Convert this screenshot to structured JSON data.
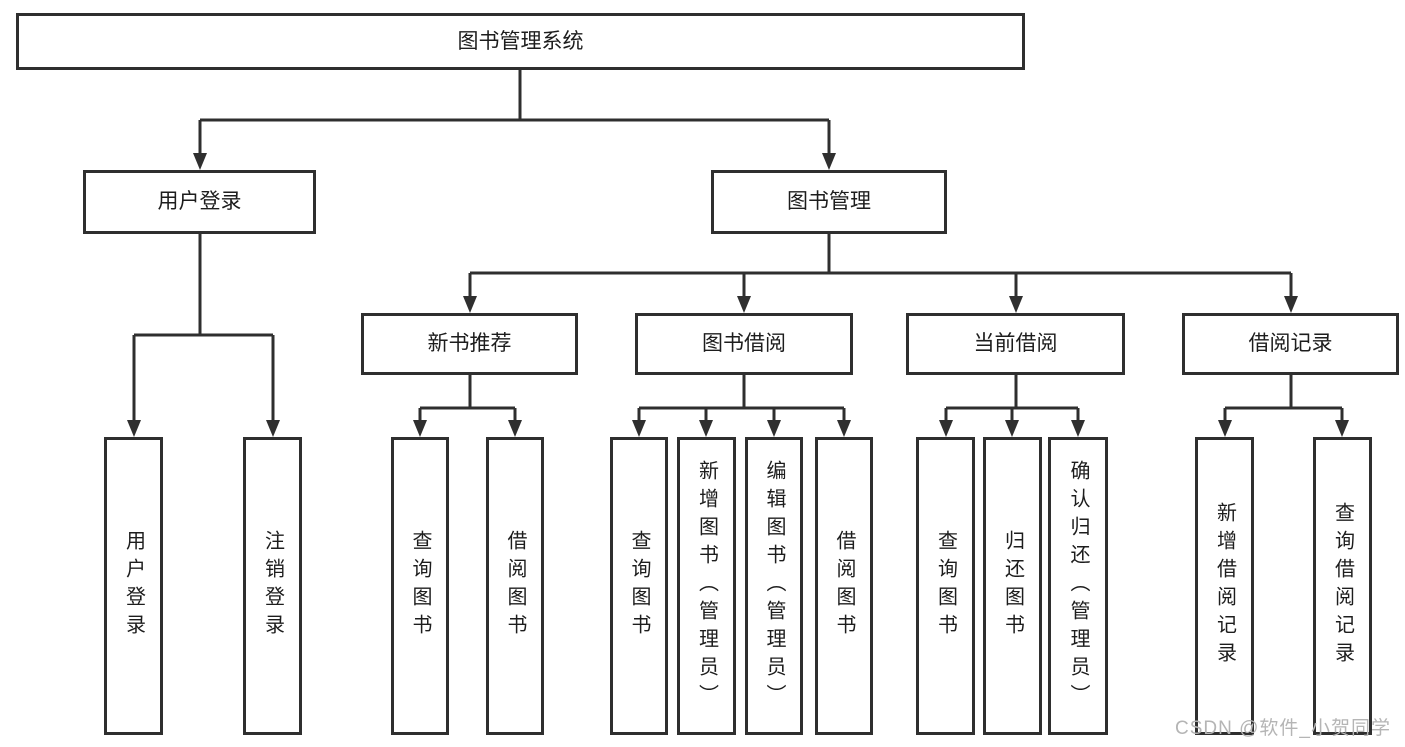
{
  "root": {
    "label": "图书管理系统"
  },
  "branches": [
    {
      "label": "用户登录",
      "children": [
        {
          "label": "用户登录"
        },
        {
          "label": "注销登录"
        }
      ]
    },
    {
      "label": "图书管理",
      "sections": [
        {
          "label": "新书推荐",
          "children": [
            {
              "label": "查询图书"
            },
            {
              "label": "借阅图书"
            }
          ]
        },
        {
          "label": "图书借阅",
          "children": [
            {
              "label": "查询图书"
            },
            {
              "label": "新增图书（管理员）"
            },
            {
              "label": "编辑图书（管理员）"
            },
            {
              "label": "借阅图书"
            }
          ]
        },
        {
          "label": "当前借阅",
          "children": [
            {
              "label": "查询图书"
            },
            {
              "label": "归还图书"
            },
            {
              "label": "确认归还（管理员）"
            }
          ]
        },
        {
          "label": "借阅记录",
          "children": [
            {
              "label": "新增借阅记录"
            },
            {
              "label": "查询借阅记录"
            }
          ]
        }
      ]
    }
  ],
  "watermark": "CSDN @软件_小贺同学",
  "colors": {
    "line": "#2f2f2f",
    "box_border": "#2f2f2f",
    "text": "#1d1d1d",
    "watermark": "#b5b5b5",
    "background": "#ffffff"
  }
}
